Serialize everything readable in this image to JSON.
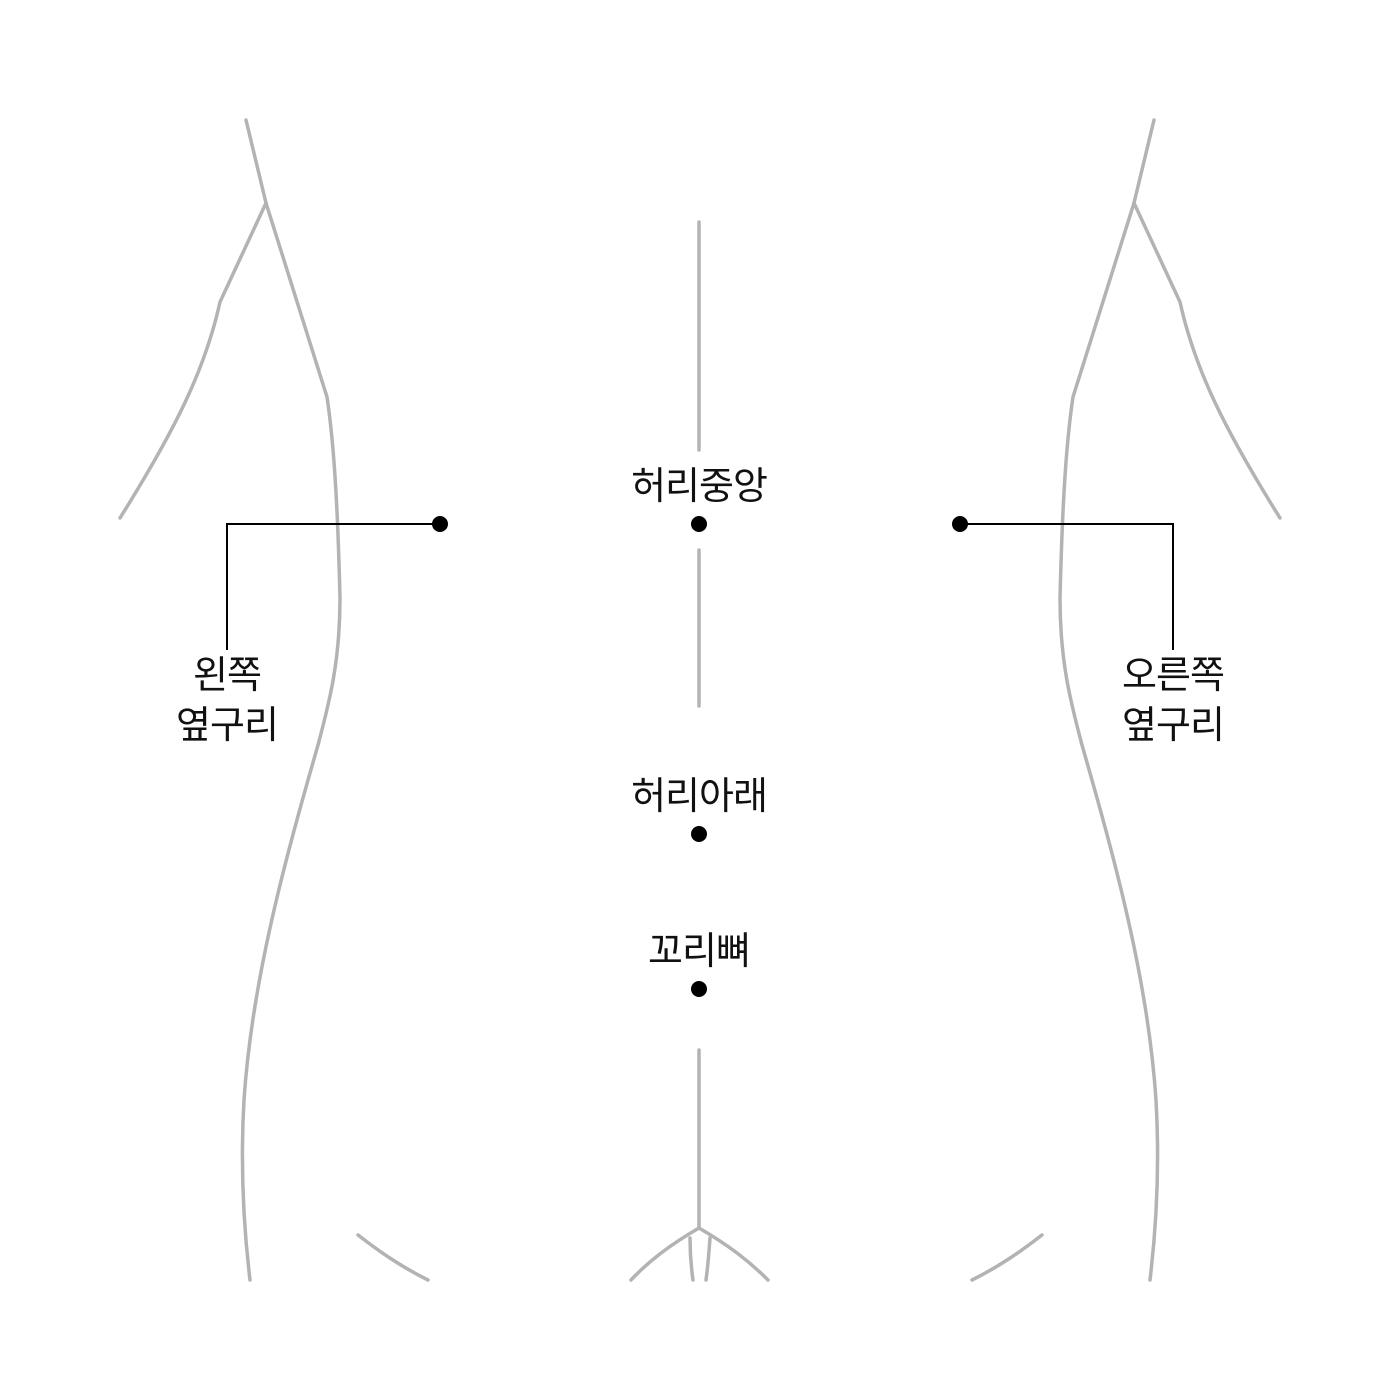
{
  "points": {
    "waist_center": {
      "label": "허리중앙"
    },
    "lower_back": {
      "label": "허리아래"
    },
    "tailbone": {
      "label": "꼬리뼈"
    },
    "left_flank": {
      "label_line1": "왼쪽",
      "label_line2": "옆구리"
    },
    "right_flank": {
      "label_line1": "오른쪽",
      "label_line2": "옆구리"
    }
  },
  "colors": {
    "outline": "#b3b3b3",
    "marker": "#000000",
    "text": "#111111",
    "background": "#ffffff"
  }
}
